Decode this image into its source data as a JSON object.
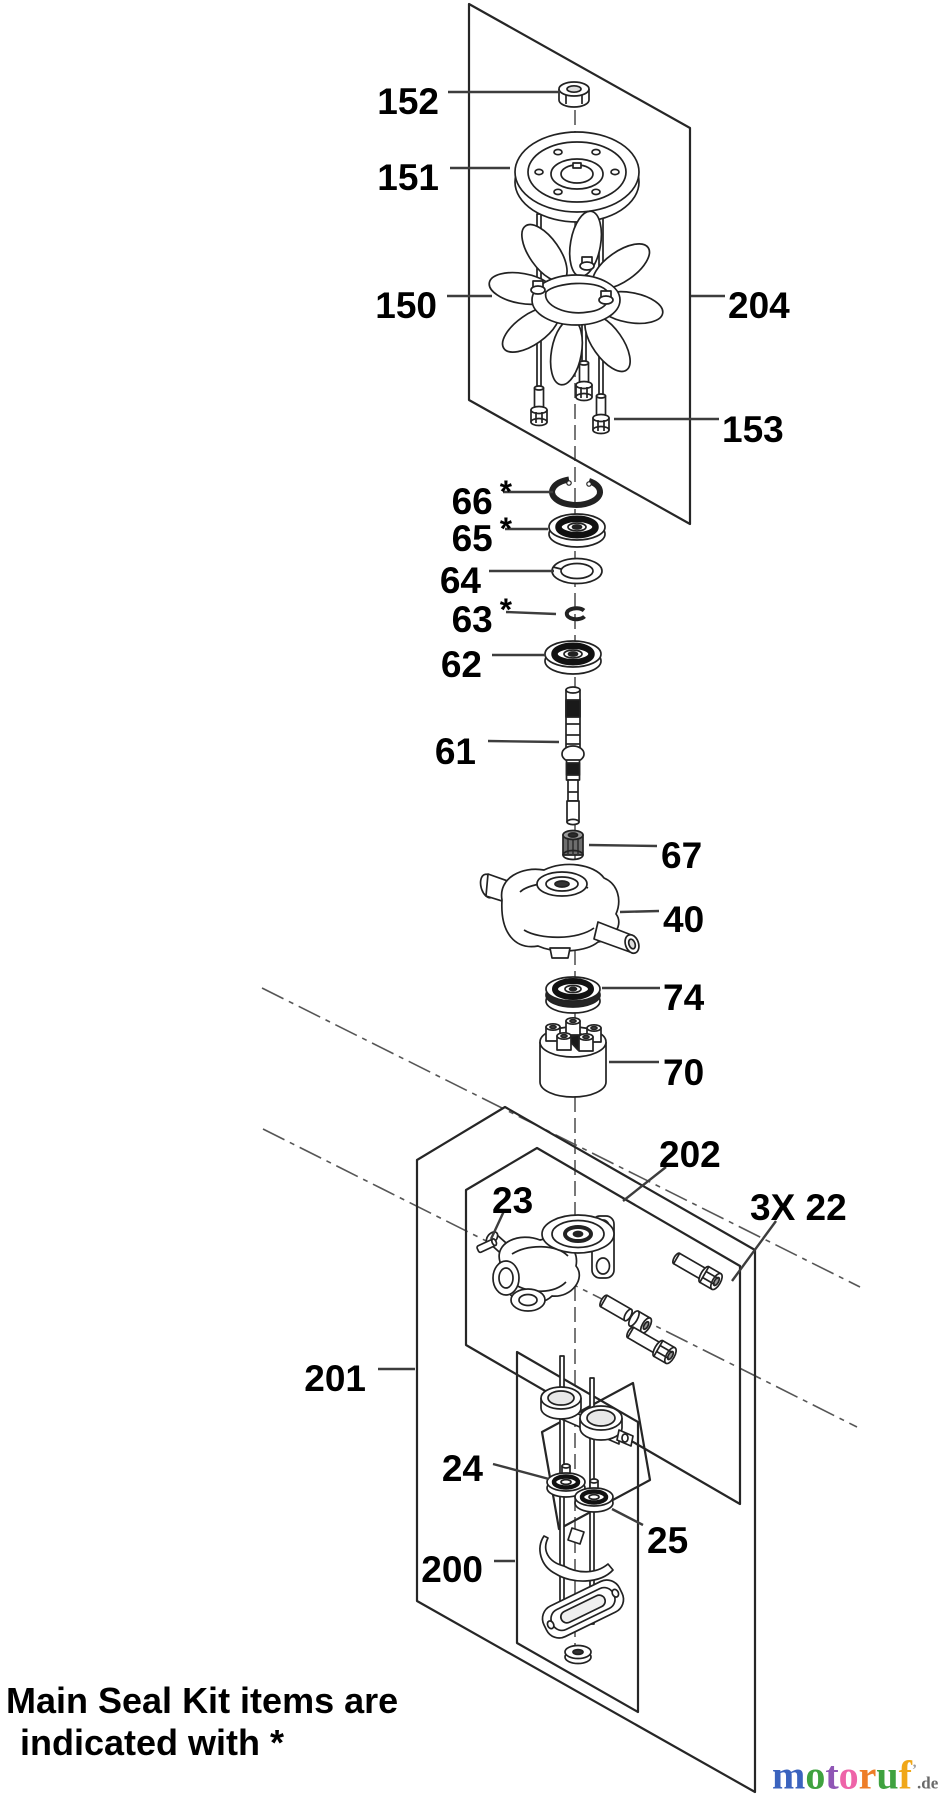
{
  "diagram": {
    "labels": [
      {
        "text": "152",
        "star": ""
      },
      {
        "text": "151",
        "star": ""
      },
      {
        "text": "150",
        "star": ""
      },
      {
        "text": "204",
        "star": ""
      },
      {
        "text": "153",
        "star": ""
      },
      {
        "text": "66",
        "star": "*"
      },
      {
        "text": "65",
        "star": "*"
      },
      {
        "text": "64",
        "star": ""
      },
      {
        "text": "63",
        "star": "*"
      },
      {
        "text": "62",
        "star": ""
      },
      {
        "text": "61",
        "star": ""
      },
      {
        "text": "67",
        "star": ""
      },
      {
        "text": "40",
        "star": ""
      },
      {
        "text": "74",
        "star": ""
      },
      {
        "text": "70",
        "star": ""
      },
      {
        "text": "202",
        "star": ""
      },
      {
        "text": "23",
        "star": ""
      },
      {
        "text": "3X 22",
        "star": ""
      },
      {
        "text": "201",
        "star": ""
      },
      {
        "text": "24",
        "star": ""
      },
      {
        "text": "25",
        "star": ""
      },
      {
        "text": "200",
        "star": ""
      }
    ],
    "note": {
      "line1": "Main Seal Kit items are",
      "line2": "indicated with *"
    },
    "watermark": {
      "letters": [
        {
          "ch": "m",
          "color": "#3b63be"
        },
        {
          "ch": "o",
          "color": "#3fa23f"
        },
        {
          "ch": "t",
          "color": "#8f56b5"
        },
        {
          "ch": "o",
          "color": "#ee64a8"
        },
        {
          "ch": "r",
          "color": "#ee7d27"
        },
        {
          "ch": "u",
          "color": "#3fa23f"
        },
        {
          "ch": "f",
          "color": "#f0a718"
        }
      ],
      "tick": "’",
      "suffix": ".de",
      "suffix_color": "#6a6a6a"
    }
  }
}
